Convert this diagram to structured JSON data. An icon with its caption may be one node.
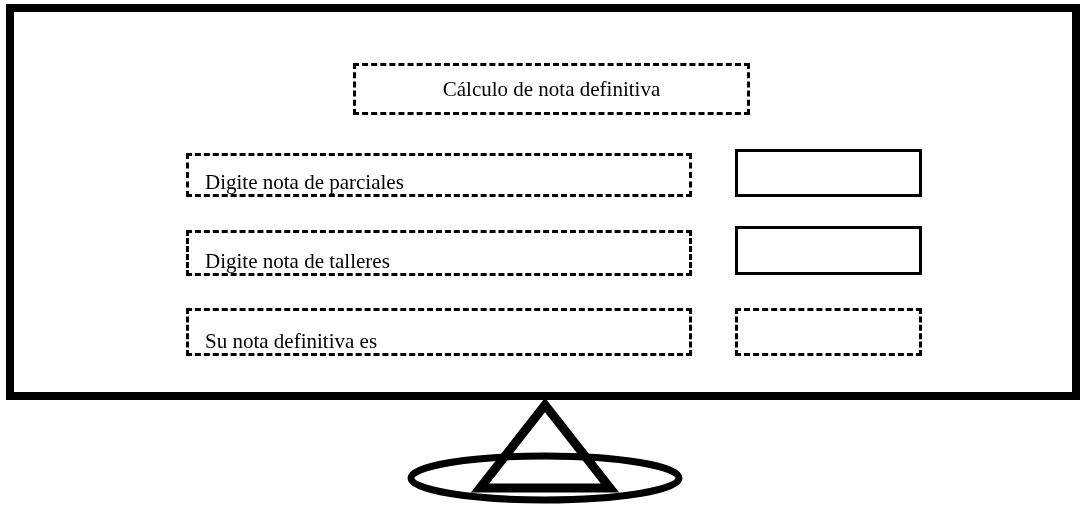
{
  "diagram": {
    "nodes": [
      {
        "text": [],
        "shape": "box"
      },
      {
        "text": [
          "Cálculo de nota definitiva"
        ],
        "in": 0
      },
      {
        "text": [
          "Digite nota de parciales"
        ],
        "in": 0
      },
      {
        "text": [],
        "shape": "box",
        "in": 0
      },
      {
        "text": [
          "Digite nota de talleres"
        ],
        "in": 0
      },
      {
        "text": [],
        "shape": "box",
        "in": 0
      },
      {
        "text": [
          "Su nota definitiva es"
        ],
        "in": 0
      },
      {
        "text": [],
        "shape": "box",
        "in": 0
      }
    ]
  }
}
